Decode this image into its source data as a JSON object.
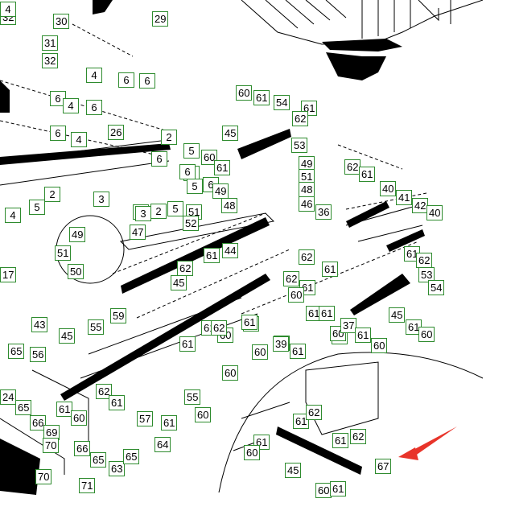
{
  "colors": {
    "label_border": "#2e8b2e",
    "ink": "#000000",
    "arrow": "#e8342a"
  },
  "labels": [
    "32",
    "30",
    "29",
    "31",
    "32",
    "4",
    "6",
    "6",
    "6",
    "4",
    "6",
    "26",
    "6",
    "4",
    "2",
    "5",
    "6",
    "5",
    "4",
    "60",
    "61",
    "54",
    "61",
    "62",
    "45",
    "53",
    "60",
    "61",
    "49",
    "51",
    "48",
    "46",
    "36",
    "6",
    "5",
    "5",
    "2",
    "3",
    "5",
    "3",
    "2",
    "5",
    "6",
    "49",
    "48",
    "51",
    "52",
    "47",
    "4",
    "49",
    "51",
    "50",
    "17",
    "62",
    "61",
    "40",
    "41",
    "42",
    "40",
    "61",
    "62",
    "53",
    "54",
    "62",
    "61",
    "62",
    "61",
    "44",
    "45",
    "62",
    "61",
    "59",
    "55",
    "43",
    "45",
    "61",
    "60",
    "56",
    "65",
    "61",
    "60",
    "61",
    "60",
    "61",
    "62",
    "61",
    "60",
    "62",
    "61",
    "60",
    "39",
    "61",
    "60",
    "37",
    "61",
    "60",
    "45",
    "61",
    "60",
    "24",
    "65",
    "66",
    "69",
    "70",
    "61",
    "60",
    "62",
    "61",
    "57",
    "61",
    "55",
    "60",
    "66",
    "65",
    "63",
    "65",
    "64",
    "70",
    "71",
    "61",
    "62",
    "61",
    "60",
    "61",
    "62",
    "45",
    "67",
    "60",
    "61"
  ]
}
